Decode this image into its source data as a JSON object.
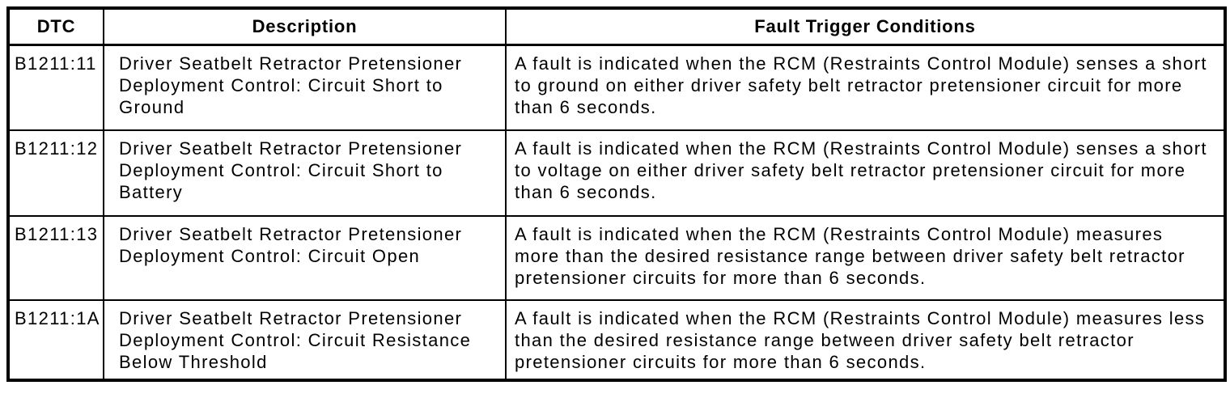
{
  "table": {
    "headers": {
      "dtc": "DTC",
      "description": "Description",
      "fault": "Fault Trigger Conditions"
    },
    "rows": [
      {
        "dtc": "B1211:11",
        "description": "Driver Seatbelt Retractor Pretensioner Deployment Control: Circuit Short to Ground",
        "fault": "A fault is indicated when the RCM (Restraints Control Module) senses a short to ground on either driver safety belt retractor pretensioner circuit for more than 6 seconds."
      },
      {
        "dtc": "B1211:12",
        "description": "Driver Seatbelt Retractor Pretensioner Deployment Control: Circuit Short to Battery",
        "fault": "A fault is indicated when the RCM (Restraints Control Module) senses a short to voltage on either driver safety belt retractor pretensioner circuit for more than 6 seconds."
      },
      {
        "dtc": "B1211:13",
        "description": "Driver Seatbelt Retractor Pretensioner Deployment Control: Circuit Open",
        "fault": "A fault is indicated when the RCM (Restraints Control Module) measures more than the desired resistance range between driver safety belt retractor pretensioner circuits for more than 6 seconds."
      },
      {
        "dtc": "B1211:1A",
        "description": "Driver Seatbelt Retractor Pretensioner Deployment Control: Circuit Resistance Below Threshold",
        "fault": "A fault is indicated when the RCM (Restraints Control Module) measures less than the desired resistance range between driver safety belt retractor pretensioner circuits for more than 6 seconds."
      }
    ],
    "colors": {
      "border": "#000000",
      "background": "#ffffff",
      "text": "#000000"
    }
  }
}
